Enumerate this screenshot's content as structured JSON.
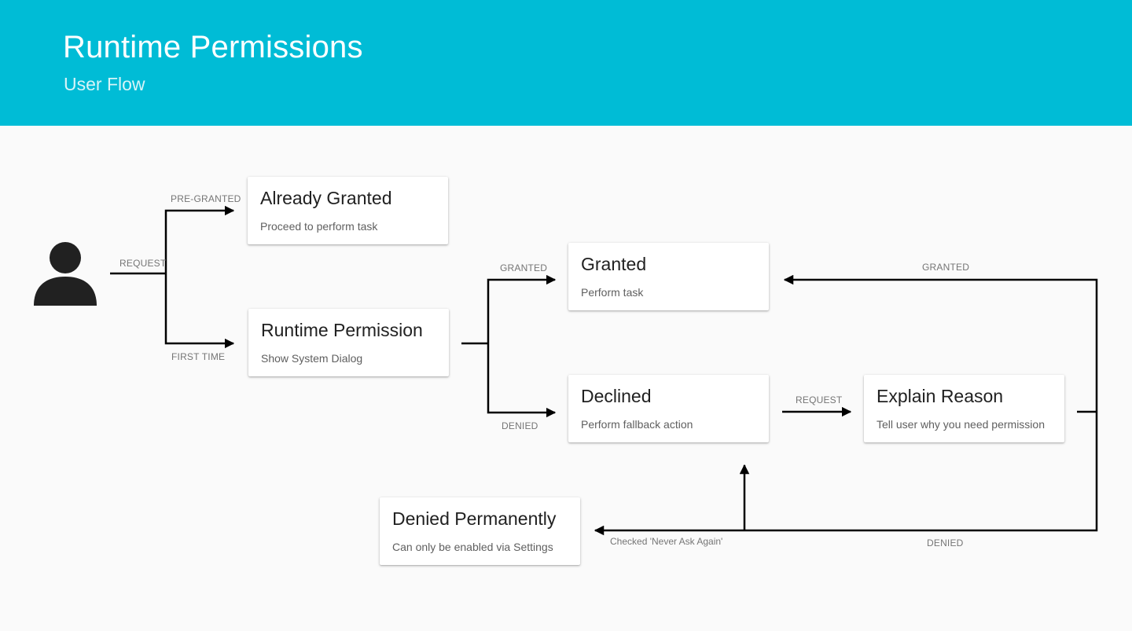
{
  "header": {
    "title": "Runtime Permissions",
    "subtitle": "User Flow"
  },
  "colors": {
    "header_background": "#00bcd6",
    "page_background": "#fafafa",
    "arrow": "#000000",
    "user_icon": "#212121"
  },
  "nodes": {
    "user": {
      "icon": "user-icon"
    },
    "already_granted": {
      "title": "Already Granted",
      "subtitle": "Proceed to perform task"
    },
    "runtime_permission": {
      "title": "Runtime Permission",
      "subtitle": "Show System Dialog"
    },
    "granted": {
      "title": "Granted",
      "subtitle": "Perform task"
    },
    "declined": {
      "title": "Declined",
      "subtitle": "Perform fallback action"
    },
    "explain_reason": {
      "title": "Explain Reason",
      "subtitle": "Tell user why you need permission"
    },
    "denied_permanently": {
      "title": "Denied Permanently",
      "subtitle": "Can only be enabled via Settings"
    }
  },
  "edges": {
    "request": "REQUEST",
    "pre_granted": "PRE-GRANTED",
    "first_time": "FIRST TIME",
    "granted": "GRANTED",
    "denied": "DENIED",
    "request_explain": "REQUEST",
    "granted_return": "GRANTED",
    "denied_return": "DENIED",
    "never_ask_again": "Checked 'Never Ask Again'"
  }
}
